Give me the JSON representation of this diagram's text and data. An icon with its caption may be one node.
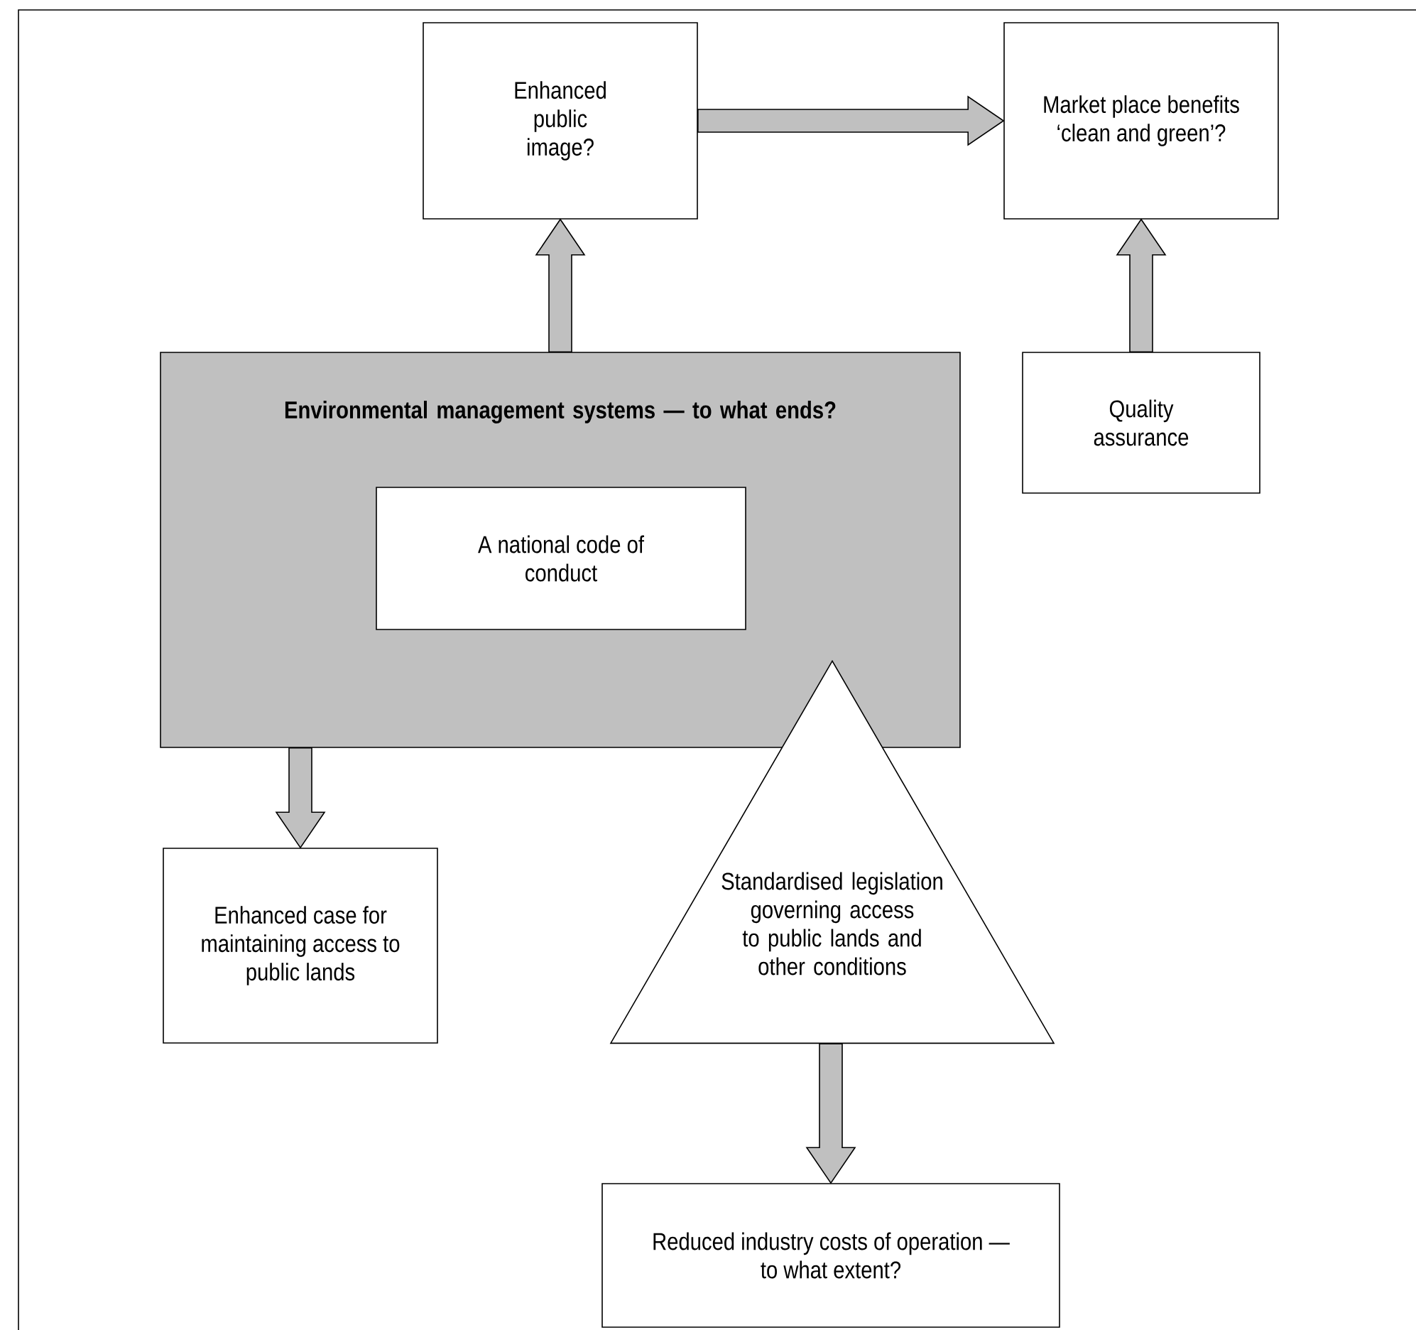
{
  "diagram": {
    "nodes": [
      {
        "text": [
          "Enhanced public image?"
        ]
      },
      {
        "text": [
          "Market place benefits ‘clean and green’?"
        ]
      },
      {
        "text": [
          "Environmental management systems — to what ends?"
        ]
      },
      {
        "text": [
          "A national code of conduct"
        ],
        "in": 2
      },
      {
        "text": [
          "Quality assurance"
        ]
      },
      {
        "text": [
          "Standardised legislation governing access to public lands and other conditions"
        ]
      },
      {
        "text": [
          "Enhanced case for maintaining access to public lands"
        ]
      },
      {
        "text": [
          "Reduced industry costs of operation — to what extent?"
        ]
      }
    ],
    "edges": [
      {
        "from": 2,
        "to": 0,
        "arrow": "to"
      },
      {
        "from": 0,
        "to": 1,
        "arrow": "to"
      },
      {
        "from": 4,
        "to": 1,
        "arrow": "to"
      },
      {
        "from": 2,
        "to": 6,
        "arrow": "to"
      },
      {
        "from": 5,
        "to": 7,
        "arrow": "to"
      }
    ]
  }
}
